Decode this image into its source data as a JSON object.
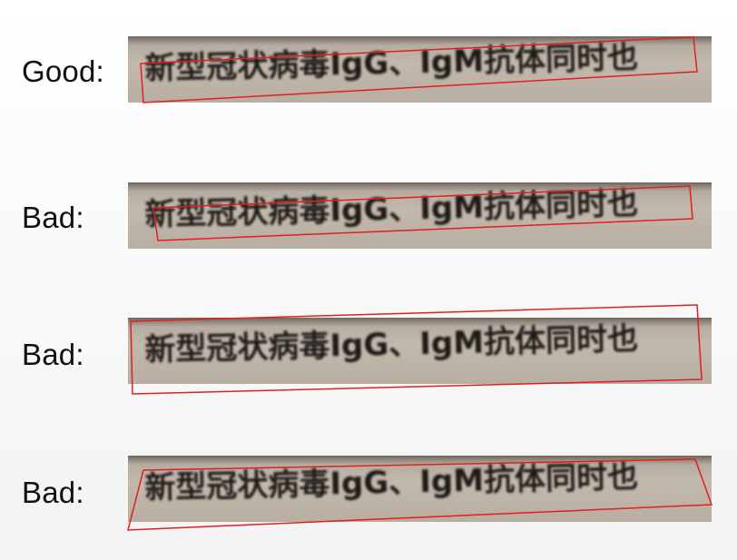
{
  "examples": [
    {
      "label": "Good:",
      "text": "新型冠状病毒IgG、IgM抗体同时也"
    },
    {
      "label": "Bad:",
      "text": "新型冠状病毒IgG、IgM抗体同时也"
    },
    {
      "label": "Bad:",
      "text": "新型冠状病毒IgG、IgM抗体同时也"
    },
    {
      "label": "Bad:",
      "text": "新型冠状病毒IgG、IgM抗体同时也"
    }
  ],
  "box_color": "#e02020",
  "background_color": "#f5f5f5"
}
